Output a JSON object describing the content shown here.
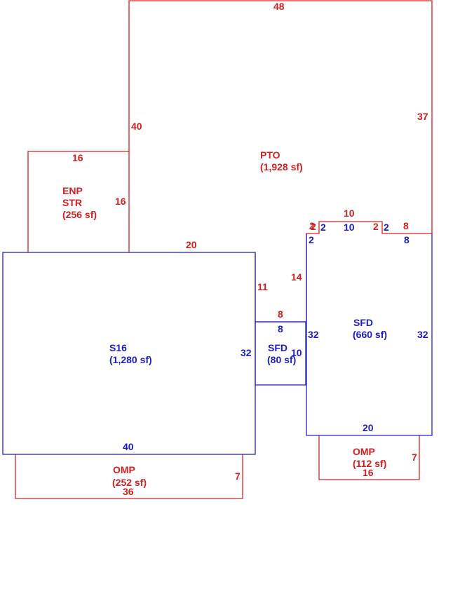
{
  "colors": {
    "red": "#e02020",
    "blue": "#2020d8",
    "background": "#ffffff"
  },
  "areas": {
    "pto": {
      "code": "PTO",
      "area": "(1,928 sf)"
    },
    "enp": {
      "code_line1": "ENP",
      "code_line2": "STR",
      "area": "(256 sf)"
    },
    "s16": {
      "code": "S16",
      "area": "(1,280 sf)"
    },
    "sfd_small": {
      "code": "SFD",
      "area": "(80 sf)"
    },
    "sfd_main": {
      "code": "SFD",
      "area": "(660 sf)"
    },
    "omp_left": {
      "code": "OMP",
      "area": "(252 sf)"
    },
    "omp_right": {
      "code": "OMP",
      "area": "(112 sf)"
    }
  },
  "dimensions": {
    "pto_top": "48",
    "pto_right": "37",
    "pto_left": "40",
    "pto_bottom": "20",
    "enp_top": "16",
    "enp_right": "16",
    "pto_inner_vertical": "11",
    "pto_notch_horizontal": "8",
    "pto_step_vertical": "14",
    "pto_step_a": "2",
    "pto_step_b": "2",
    "pto_bump_top": "10",
    "pto_bump_right": "2",
    "pto_right_step": "8",
    "sfd_step_left": "2",
    "sfd_step_a": "2",
    "sfd_bump_top": "10",
    "sfd_bump_right": "2",
    "sfd_right_step": "8",
    "sfd_small_top": "8",
    "sfd_small_right": "10",
    "s16_right": "32",
    "s16_bottom": "40",
    "sfd_left": "32",
    "sfd_right": "32",
    "sfd_bottom": "20",
    "omp_left_side": "7",
    "omp_left_bottom": "36",
    "omp_right_side": "7",
    "omp_right_bottom": "16"
  }
}
